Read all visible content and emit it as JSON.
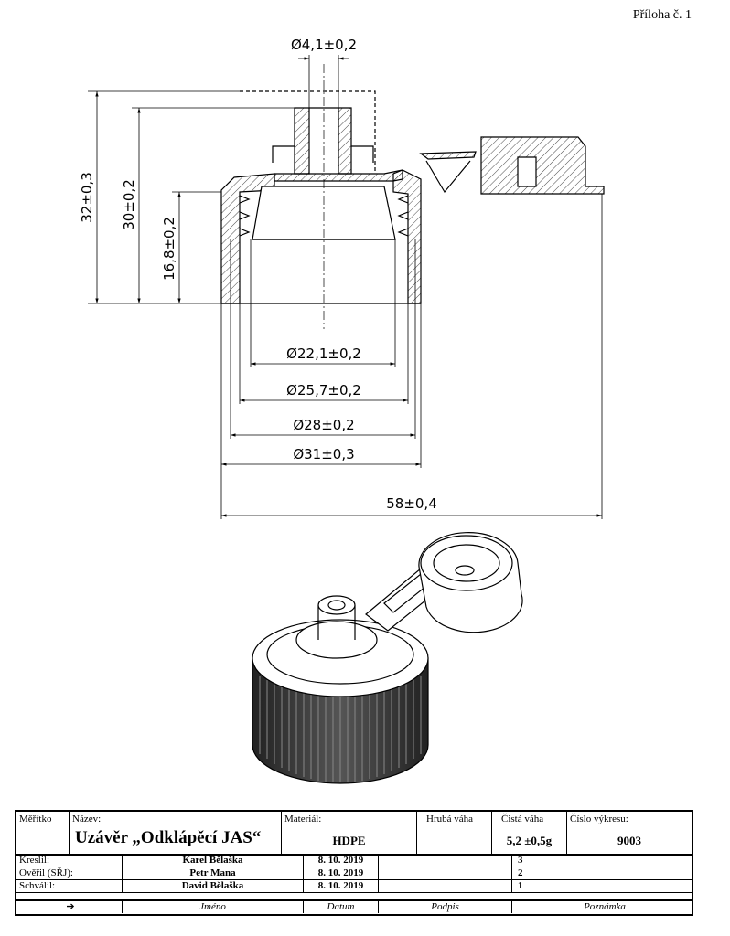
{
  "corner_label": "Příloha č. 1",
  "dimensions": {
    "d_top": "Ø4,1±0,2",
    "h_total": "32±0,3",
    "h_body": "30±0,2",
    "h_thread": "16,8±0,2",
    "d1": "Ø22,1±0,2",
    "d2": "Ø25,7±0,2",
    "d3": "Ø28±0,2",
    "d4": "Ø31±0,3",
    "width": "58±0,4"
  },
  "title_block": {
    "scale_label": "Měřítko",
    "name_label": "Název:",
    "name": "Uzávěr „Odklápěcí JAS“",
    "material_label": "Materiál:",
    "material": "HDPE",
    "gross_weight_label": "Hrubá váha",
    "net_weight_label": "Čistá váha",
    "net_weight": "5,2 ±0,5g",
    "drawing_no_label": "Číslo výkresu:",
    "drawing_no": "9003",
    "rows": [
      {
        "label": "Kreslil:",
        "name": "Karel Bělaška",
        "date": "8. 10. 2019",
        "note": "3"
      },
      {
        "label": "Ověřil (SŘJ):",
        "name": "Petr Mana",
        "date": "8. 10. 2019",
        "note": "2"
      },
      {
        "label": "Schválil:",
        "name": "David Bělaška",
        "date": "8. 10. 2019",
        "note": "1"
      }
    ],
    "footer": {
      "arrow": "➔",
      "name": "Jméno",
      "date": "Datum",
      "signature": "Podpis",
      "note": "Poznámka"
    }
  }
}
